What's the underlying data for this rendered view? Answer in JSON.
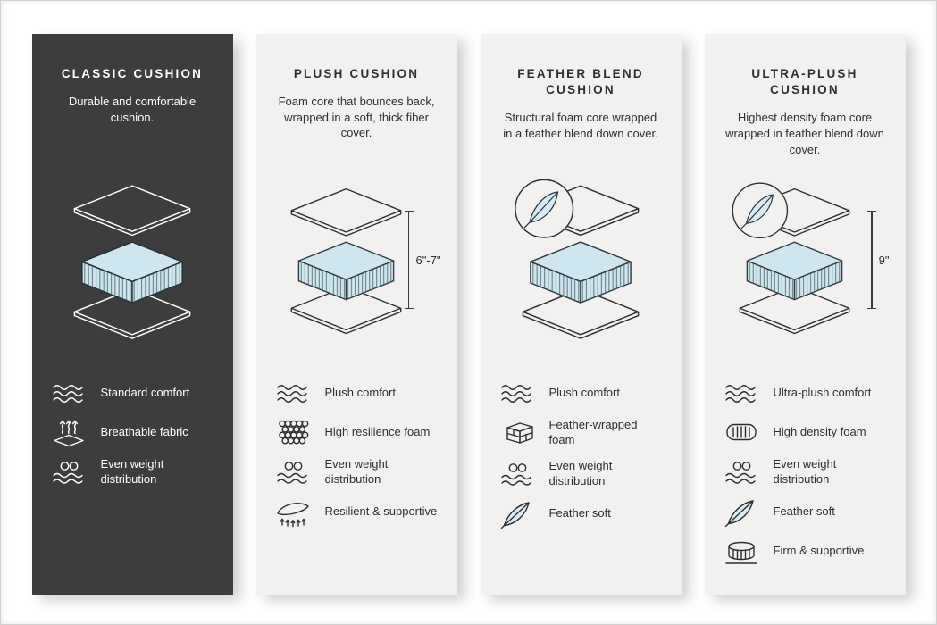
{
  "page": {
    "type": "cushion-comparison-infographic",
    "background": "#ffffff"
  },
  "colors": {
    "dark_card_bg": "#3d3d3d",
    "light_card_bg": "#f2f1ef",
    "foam_blue": "#cfe6ee",
    "feather_blue": "#d9ecf3",
    "outline_dark": "#2f2f2f",
    "text_on_dark": "#ffffff"
  },
  "cards": [
    {
      "title": "CLASSIC CUSHION",
      "description": "Durable and comfortable cushion.",
      "theme": "dark",
      "measurement": "",
      "feather_badge": false,
      "features": [
        {
          "icon": "wave-icon",
          "label": "Standard comfort"
        },
        {
          "icon": "breathable-fabric-icon",
          "label": "Breathable fabric"
        },
        {
          "icon": "even-weight-icon",
          "label": "Even weight distribution"
        }
      ]
    },
    {
      "title": "PLUSH CUSHION",
      "description": "Foam core that bounces back, wrapped in a soft, thick fiber cover.",
      "theme": "light",
      "measurement": "6\"-7\"",
      "feather_badge": false,
      "features": [
        {
          "icon": "wave-icon",
          "label": "Plush comfort"
        },
        {
          "icon": "resilience-foam-icon",
          "label": "High resilience foam"
        },
        {
          "icon": "even-weight-icon",
          "label": "Even weight distribution"
        },
        {
          "icon": "spring-icon",
          "label": "Resilient & supportive"
        }
      ]
    },
    {
      "title": "FEATHER BLEND CUSHION",
      "description": "Structural foam core wrapped in a feather blend down cover.",
      "theme": "light",
      "measurement": "",
      "feather_badge": true,
      "features": [
        {
          "icon": "wave-icon",
          "label": "Plush comfort"
        },
        {
          "icon": "feather-wrapped-foam-icon",
          "label": "Feather-wrapped foam"
        },
        {
          "icon": "even-weight-icon",
          "label": "Even weight distribution"
        },
        {
          "icon": "feather-icon",
          "label": "Feather soft"
        }
      ]
    },
    {
      "title": "ULTRA-PLUSH CUSHION",
      "description": "Highest density foam core wrapped in feather blend down cover.",
      "theme": "light",
      "measurement": "9\"",
      "feather_badge": true,
      "features": [
        {
          "icon": "wave-icon",
          "label": "Ultra-plush comfort"
        },
        {
          "icon": "density-foam-icon",
          "label": "High density foam"
        },
        {
          "icon": "even-weight-icon",
          "label": "Even weight distribution"
        },
        {
          "icon": "feather-icon",
          "label": "Feather soft"
        },
        {
          "icon": "firm-supportive-icon",
          "label": "Firm & supportive"
        }
      ]
    }
  ]
}
